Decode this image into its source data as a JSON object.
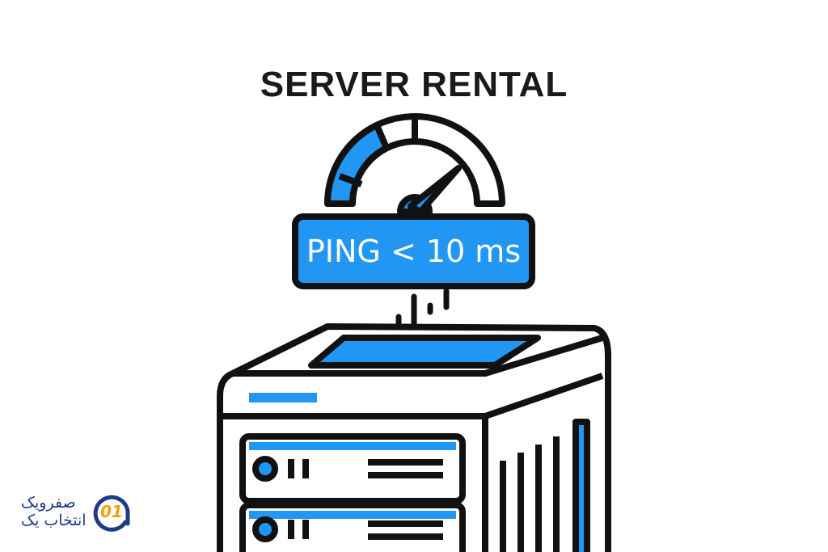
{
  "title": "SERVER RENTAL",
  "badge": {
    "label": "PING < 10 ms"
  },
  "logo": {
    "line1": "صفرویک",
    "line2": "انتخاب یک",
    "mark": "01"
  },
  "colors": {
    "accent": "#2196f3",
    "stroke": "#111111",
    "logo_blue": "#1e3a8a",
    "logo_orange": "#f59e0b"
  }
}
